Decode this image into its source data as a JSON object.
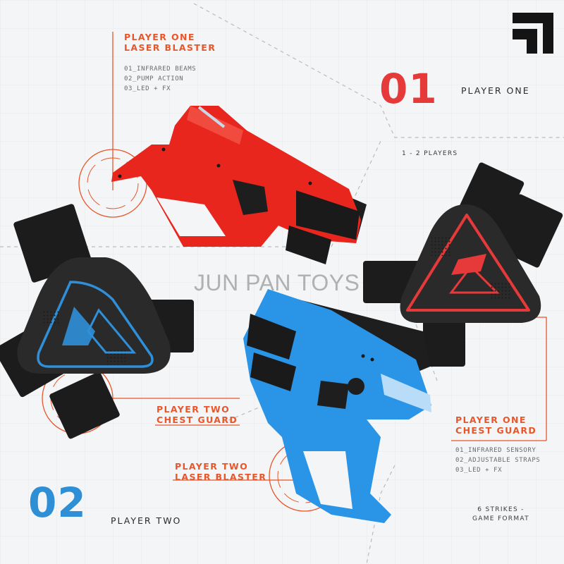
{
  "watermark": "JUN PAN TOYS",
  "colors": {
    "accent": "#e8562a",
    "red": "#e63a3a",
    "blue": "#2e8ed6",
    "dark": "#2b2b2b",
    "background": "#f4f5f6"
  },
  "icon": "brand-corner-mark",
  "player_one": {
    "number": "01",
    "label": "PLAYER ONE",
    "players": "1 - 2 PLAYERS",
    "blaster": {
      "title_1": "PLAYER ONE",
      "title_2": "LASER BLASTER",
      "specs": [
        "01_INFRARED BEAMS",
        "02_PUMP ACTION",
        "03_LED + FX"
      ]
    },
    "chest_guard": {
      "title_1": "PLAYER ONE",
      "title_2": "CHEST GUARD",
      "specs": [
        "01_INFRARED SENSORY",
        "02_ADJUSTABLE STRAPS",
        "03_LED + FX"
      ]
    },
    "format_1": "6 STRIKES -",
    "format_2": "GAME FORMAT"
  },
  "player_two": {
    "number": "02",
    "label": "PLAYER TWO",
    "chest_guard": {
      "title_1": "PLAYER TWO",
      "title_2": "CHEST GUARD"
    },
    "blaster": {
      "title_1": "PLAYER TWO",
      "title_2": "LASER BLASTER"
    }
  }
}
